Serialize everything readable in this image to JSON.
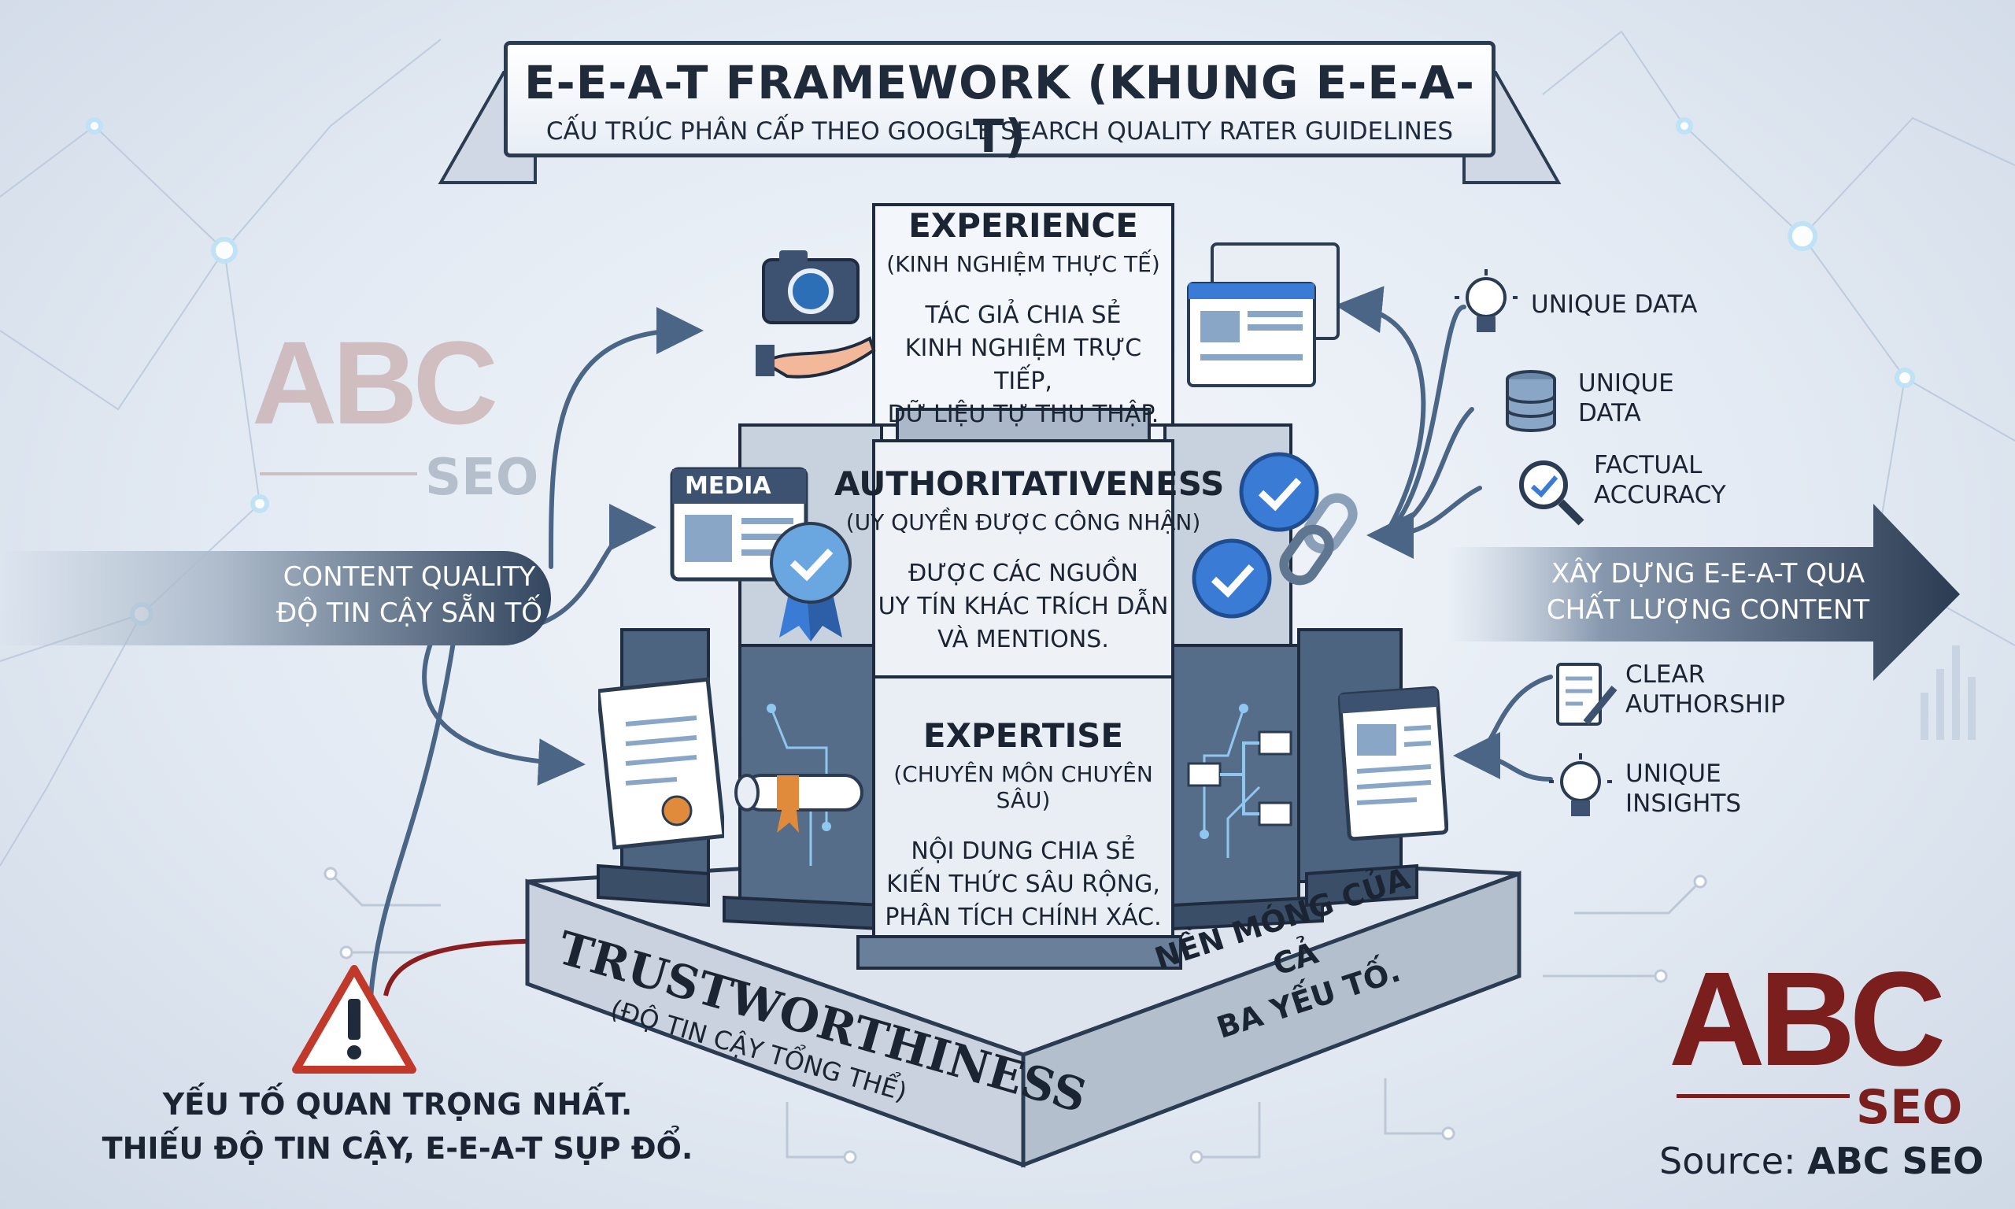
{
  "title": "E-E-A-T FRAMEWORK (KHUNG E-E-A-T)",
  "subtitle": "CẤU TRÚC PHÂN CẤP THEO GOOGLE SEARCH QUALITY RATER GUIDELINES",
  "experience": {
    "heading": "EXPERIENCE",
    "subheading": "(KINH NGHIỆM THỰC TẾ)",
    "lines": [
      "TÁC GIẢ CHIA SẺ",
      "KINH NGHIỆM TRỰC TIẾP,",
      "DỮ LIỆU TỰ THU THẬP."
    ]
  },
  "authoritativeness": {
    "heading": "AUTHORITATIVENESS",
    "subheading": "(UY QUYỀN ĐƯỢC CÔNG NHẬN)",
    "lines": [
      "ĐƯỢC CÁC NGUỒN",
      "UY TÍN KHÁC TRÍCH DẪN",
      "VÀ MENTIONS."
    ]
  },
  "expertise": {
    "heading": "EXPERTISE",
    "subheading": "(CHUYÊN MÔN CHUYÊN SÂU)",
    "lines": [
      "NỘI DUNG CHIA SẺ",
      "KIẾN THỨC SÂU RỘNG,",
      "PHÂN TÍCH CHÍNH XÁC."
    ]
  },
  "trustworthiness": {
    "heading": "TRUSTWORTHINESS",
    "subheading": "(ĐỘ TIN CẬY TỔNG THỂ)",
    "side_lines": [
      "NỀN MÓNG CỦA CẢ",
      "BA YẾU TỐ."
    ]
  },
  "content_quality": {
    "lines": [
      "CONTENT QUALITY",
      "ĐỘ TIN CẬY SẴN TỐ"
    ]
  },
  "right_arrow": {
    "lines": [
      "XÂY DỰNG E-E-A-T QUA",
      "CHẤT LƯỢNG CONTENT"
    ]
  },
  "right_items": [
    {
      "icon": "lightbulb-icon",
      "lines": [
        "UNIQUE DATA"
      ]
    },
    {
      "icon": "database-icon",
      "lines": [
        "UNIQUE",
        "DATA"
      ]
    },
    {
      "icon": "magnifier-check-icon",
      "lines": [
        "FACTUAL",
        "ACCURACY"
      ]
    },
    {
      "icon": "document-pen-icon",
      "lines": [
        "CLEAR",
        "AUTHORSHIP"
      ]
    },
    {
      "icon": "lightbulb-icon",
      "lines": [
        "UNIQUE",
        "INSIGHTS"
      ]
    }
  ],
  "warning": {
    "lines": [
      "YẾU TỐ QUAN TRỌNG NHẤT.",
      "THIẾU ĐỘ TIN CẬY, E-E-A-T SỤP ĐỔ."
    ]
  },
  "media_label": "MEDIA",
  "logo": {
    "main": "ABC",
    "sub": "SEO"
  },
  "source": {
    "prefix": "Source:",
    "name": "ABC SEO"
  },
  "colors": {
    "dark_navy": "#2b3b52",
    "blue_accent": "#3a7bd5",
    "logo_red": "#7a1e1e",
    "warning_red": "#c0392b"
  }
}
